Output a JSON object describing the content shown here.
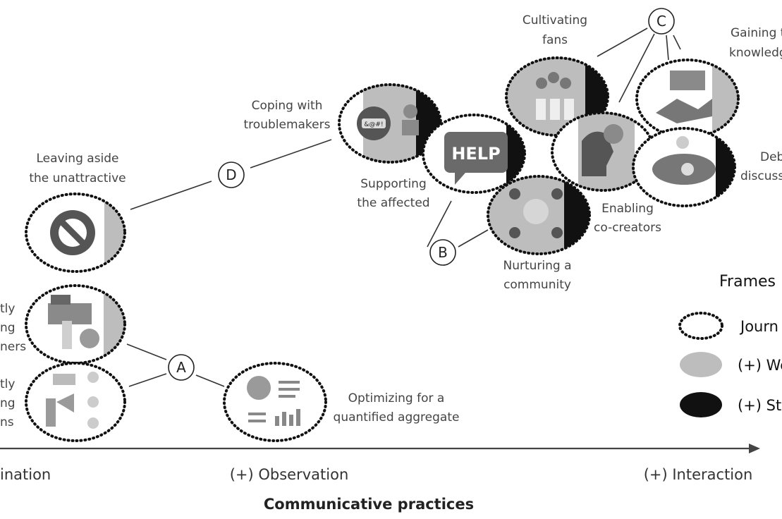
{
  "axis": {
    "left_label": "ination",
    "mid_label": "(+) Observation",
    "right_label": "(+) Interaction",
    "title": "Communicative practices"
  },
  "labels": {
    "leaving_l1": "Leaving aside",
    "leaving_l2": "the unattractive",
    "coping_l1": "Coping with",
    "coping_l2": "troublemakers",
    "supporting_l1": "Supporting",
    "supporting_l2": "the affected",
    "nurturing_l1": "Nurturing a",
    "nurturing_l2": "community",
    "cultivating_l1": "Cultivating",
    "cultivating_l2": "fans",
    "gaining_l1": "Gaining t",
    "gaining_l2": "knowledg",
    "debating_l1": "Deb",
    "debating_l2": "discuss",
    "enabling_l1": "Enabling",
    "enabling_l2": "co-creators",
    "optimizing_l1": "Optimizing for a",
    "optimizing_l2": "quantified aggregate",
    "partial_a1": "tly",
    "partial_a2": "ng",
    "partial_a3": "ners",
    "partial_b1": "tly",
    "partial_b2": "ng",
    "partial_b3": "ns",
    "help_text": "HELP",
    "badge_text": "&@#!"
  },
  "groups": {
    "A": "A",
    "B": "B",
    "C": "C",
    "D": "D"
  },
  "legend": {
    "title": "Frames",
    "items": [
      "Journ",
      "(+) We",
      "(+) Str"
    ]
  },
  "colors": {
    "light_gray": "#bdbdbd",
    "dark": "#111111",
    "mid_gray": "#8a8a8a"
  }
}
